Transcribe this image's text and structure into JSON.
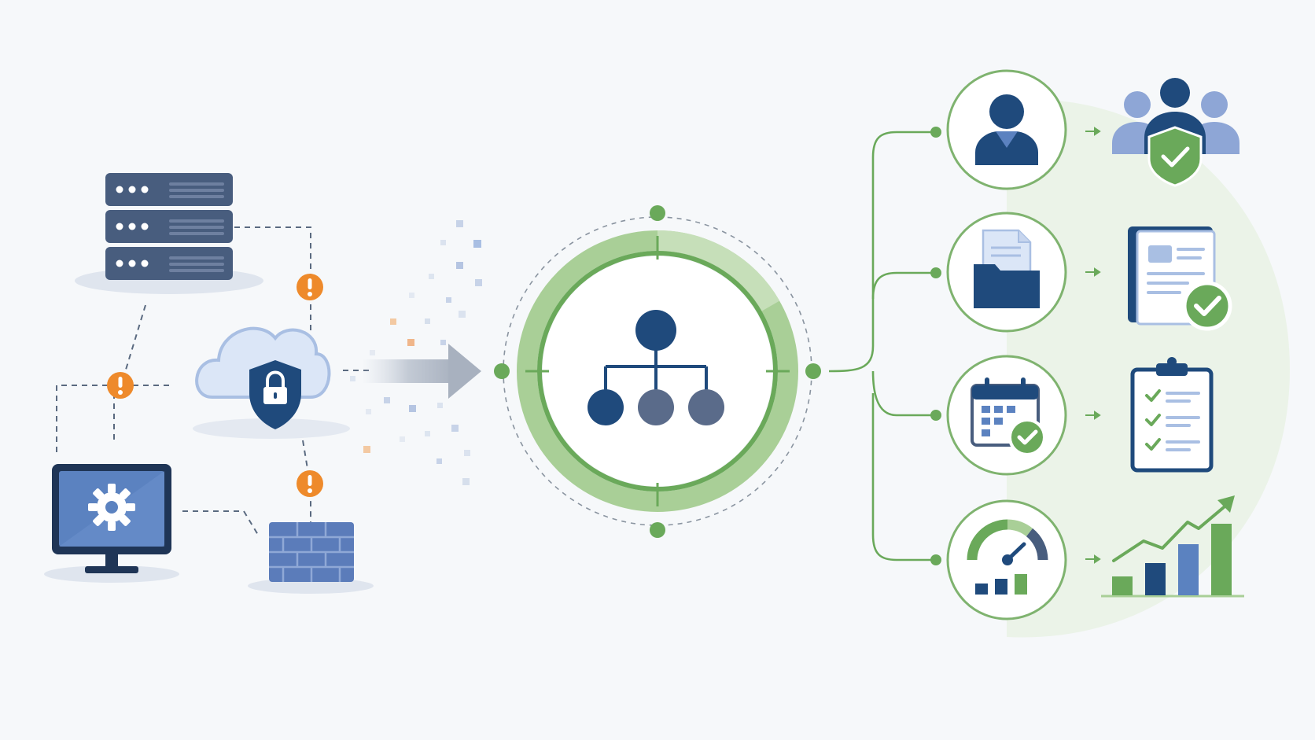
{
  "colors": {
    "background": "#f6f8fa",
    "navy": "#1f4a7c",
    "slate": "#485d7e",
    "blue": "#5b82c0",
    "light_blue": "#a9bfe3",
    "green": "#6aa95a",
    "light_green": "#a9cf97",
    "pale_green": "#e7f1e1",
    "orange": "#ee8a2b",
    "gray": "#8a94a0"
  },
  "diagram": {
    "sources": [
      {
        "id": "server",
        "icon": "server-rack-icon"
      },
      {
        "id": "cloud",
        "icon": "cloud-lock-icon"
      },
      {
        "id": "workstation",
        "icon": "monitor-gear-icon"
      },
      {
        "id": "firewall",
        "icon": "brick-wall-icon"
      }
    ],
    "alerts": [
      {
        "id": "alert-1",
        "icon": "exclamation-icon"
      },
      {
        "id": "alert-2",
        "icon": "exclamation-icon"
      },
      {
        "id": "alert-3",
        "icon": "exclamation-icon"
      }
    ],
    "hub": {
      "icon": "org-hierarchy-icon"
    },
    "outputs": [
      {
        "id": "identity",
        "icon": "user-icon",
        "result_icon": "team-shield-icon"
      },
      {
        "id": "documents",
        "icon": "folder-document-icon",
        "result_icon": "document-approved-icon"
      },
      {
        "id": "schedule",
        "icon": "calendar-check-icon",
        "result_icon": "clipboard-checklist-icon"
      },
      {
        "id": "performance",
        "icon": "gauge-icon",
        "result_icon": "growth-chart-icon"
      }
    ]
  }
}
